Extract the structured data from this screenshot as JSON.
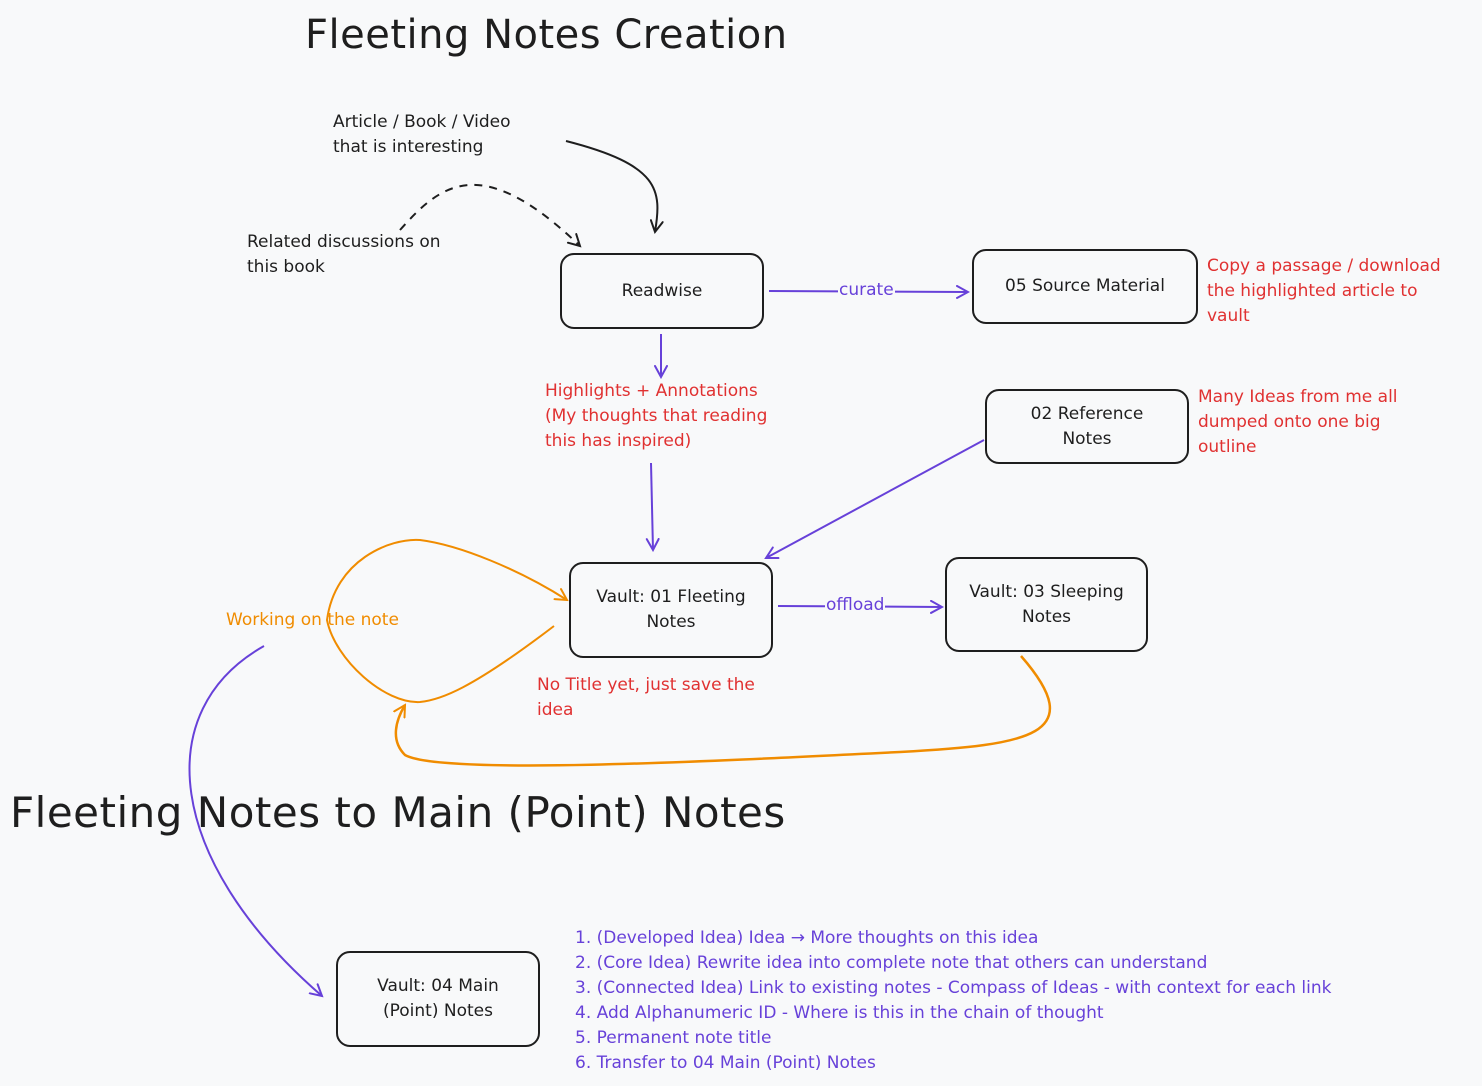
{
  "titles": {
    "creation": "Fleeting Notes Creation",
    "conversion": "Fleeting Notes to Main (Point) Notes"
  },
  "nodes": {
    "readwise": "Readwise",
    "source_material": "05 Source Material",
    "reference_notes": "02 Reference\nNotes",
    "fleeting_notes": "Vault: 01 Fleeting\nNotes",
    "sleeping_notes": "Vault: 03 Sleeping\nNotes",
    "main_notes": "Vault: 04 Main\n(Point) Notes"
  },
  "labels": {
    "article": "Article / Book / Video\nthat is interesting",
    "related": "Related discussions on\nthis book",
    "copy_passage": "Copy a passage / download\nthe highlighted article to\nvault",
    "highlights": "Highlights + Annotations\n(My thoughts that reading\nthis has inspired)",
    "many_ideas": "Many Ideas from me all\ndumped onto one big\noutline",
    "no_title": "No Title yet, just save the\nidea",
    "working": "Working on the note"
  },
  "edge_labels": {
    "curate": "curate",
    "offload": "offload"
  },
  "steps": [
    "1. (Developed Idea) Idea → More thoughts on this idea",
    "2. (Core Idea) Rewrite idea into complete note that others can understand",
    "3. (Connected Idea) Link to existing notes - Compass of Ideas - with context for each link",
    "4. Add Alphanumeric ID - Where is this in the chain of thought",
    "5. Permanent note title",
    "6. Transfer to 04 Main (Point) Notes"
  ],
  "colors": {
    "ink": "#1e1e1e",
    "annotation_red": "#e03131",
    "arrow_purple": "#6741d9",
    "loop_orange": "#f08c00",
    "background": "#f8f9fa"
  }
}
